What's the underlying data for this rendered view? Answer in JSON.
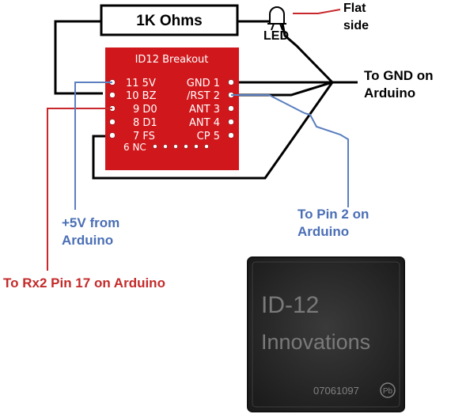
{
  "resistor": {
    "label": "1K Ohms"
  },
  "led": {
    "label": "LED",
    "flat_side_line1": "Flat",
    "flat_side_line2": "side"
  },
  "breakout": {
    "title": "ID12 Breakout",
    "rows": [
      {
        "left": "11 5V",
        "right": "GND 1"
      },
      {
        "left": "10 BZ",
        "right": "/RST 2"
      },
      {
        "left": "9 D0",
        "right": "ANT 3"
      },
      {
        "left": "8 D1",
        "right": "ANT 4"
      },
      {
        "left": "7 FS",
        "right": "CP 5"
      },
      {
        "left": "6 NC",
        "right": ""
      }
    ]
  },
  "labels": {
    "gnd_line1": "To GND on",
    "gnd_line2": "Arduino",
    "v5_line1": "+5V from",
    "v5_line2": "Arduino",
    "pin2_line1": "To Pin 2 on",
    "pin2_line2": "Arduino",
    "rx_label": "To Rx2 Pin 17 on Arduino"
  },
  "chip": {
    "name": "ID-12",
    "maker": "Innovations",
    "serial": "07061097",
    "mark": "Pb"
  },
  "colors": {
    "board": "#d0181c",
    "red_wire": "#c8282c",
    "blue_wire": "#5b7fbf",
    "label_red": "#c42a2a",
    "label_blue": "#4a6fb5",
    "chip_body": "#2a2a2a"
  }
}
